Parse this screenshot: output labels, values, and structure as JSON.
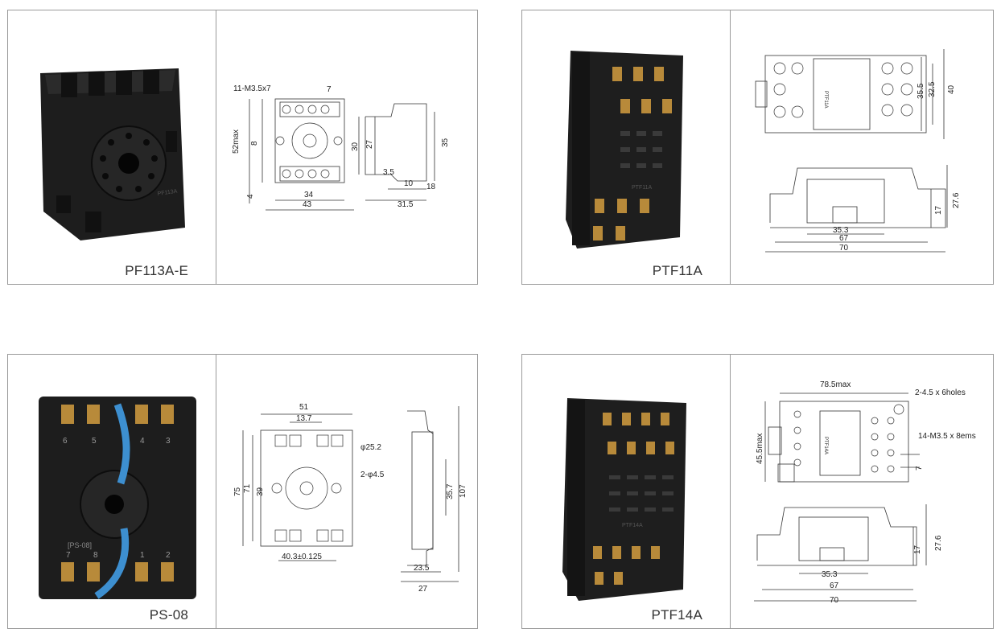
{
  "products": [
    {
      "model": "PF113A-E",
      "photo_label": "PF113A",
      "dims": {
        "d1": "11-M3.5x7",
        "d2": "7",
        "d3": "52max",
        "d4": "8",
        "d5": "30",
        "d6": "27",
        "d7": "35",
        "d8": "3.5",
        "d9": "10",
        "d10": "18",
        "d11": "4",
        "d12": "34",
        "d13": "43",
        "d14": "31.5"
      }
    },
    {
      "model": "PTF11A",
      "photo_label": "PTF11A",
      "dims": {
        "d1": "35.5",
        "d2": "32.5",
        "d3": "40",
        "d4": "27.6",
        "d5": "17",
        "d6": "35.3",
        "d7": "67",
        "d8": "70",
        "d9": "PTF11A"
      }
    },
    {
      "model": "PS-08",
      "photo_label": "[PS-08]",
      "terminal_numbers": [
        "6",
        "5",
        "4",
        "3",
        "7",
        "8",
        "1",
        "2"
      ],
      "dims": {
        "d1": "51",
        "d2": "13.7",
        "d3": "φ25.2",
        "d4": "2-φ4.5",
        "d5": "75",
        "d6": "71",
        "d7": "39",
        "d8": "35.7",
        "d9": "107",
        "d10": "40.3±0.125",
        "d11": "23.5",
        "d12": "27"
      }
    },
    {
      "model": "PTF14A",
      "photo_label": "PTF14A",
      "dims": {
        "d1": "78.5max",
        "d2": "2-4.5 x 6holes",
        "d3": "45.5max",
        "d4": "14-M3.5 x 8ems",
        "d5": "7",
        "d6": "27.6",
        "d7": "17",
        "d8": "35.3",
        "d9": "67",
        "d10": "70",
        "d11": "PTF14A"
      }
    }
  ],
  "colors": {
    "border": "#9a9a9a",
    "plastic": "#1f1f1f",
    "brass": "#b88a3a",
    "clip": "#3d8fd0",
    "line": "#333333"
  }
}
